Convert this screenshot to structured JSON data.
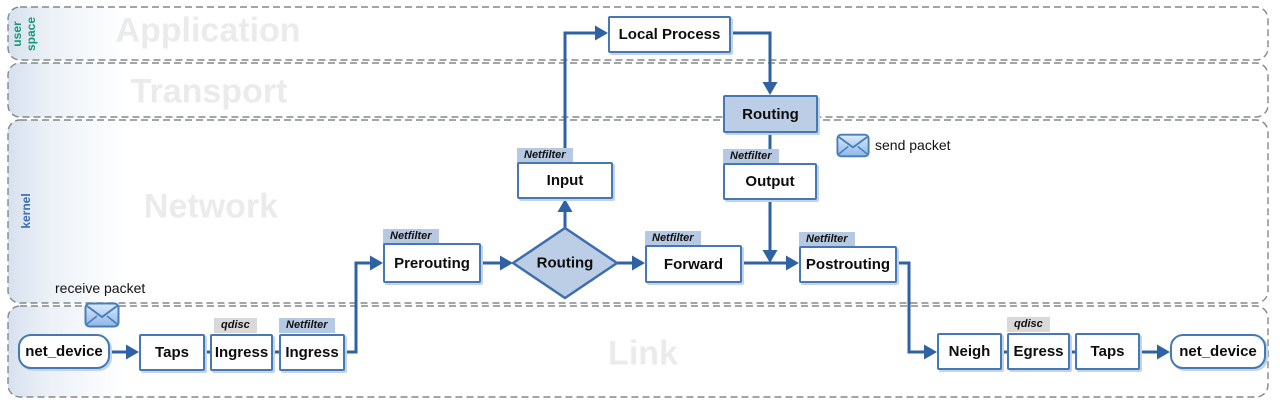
{
  "diagram": {
    "layers": {
      "application": {
        "watermark": "Application"
      },
      "transport": {
        "watermark": "Transport"
      },
      "network": {
        "watermark": "Network"
      },
      "link": {
        "watermark": "Link"
      }
    },
    "side_labels": {
      "user_space": "user space",
      "kernel": "kernel"
    },
    "nodes": {
      "local_process": "Local Process",
      "routing_send": "Routing",
      "input": "Input",
      "output": "Output",
      "prerouting": "Prerouting",
      "routing_decision": "Routing",
      "forward": "Forward",
      "postrouting": "Postrouting",
      "net_device_in": "net_device",
      "taps_in": "Taps",
      "ingress_qdisc": "Ingress",
      "ingress_netfilter": "Ingress",
      "neigh": "Neigh",
      "egress": "Egress",
      "taps_out": "Taps",
      "net_device_out": "net_device"
    },
    "tags": {
      "netfilter": "Netfilter",
      "qdisc": "qdisc"
    },
    "annotations": {
      "receive": "receive packet",
      "send": "send packet"
    },
    "colors": {
      "line": "#2e62a4",
      "box_border": "#4679b4",
      "box_fill": "#ffffff",
      "highlight_fill": "#bccee6",
      "netfilter_tag_bg": "#b7c9e2",
      "qdisc_tag_bg": "#d9d9d9",
      "watermark": "#ebebeb",
      "user_space_label": "#169a77",
      "kernel_label": "#3a6cb0",
      "band_border": "#83888d"
    }
  }
}
